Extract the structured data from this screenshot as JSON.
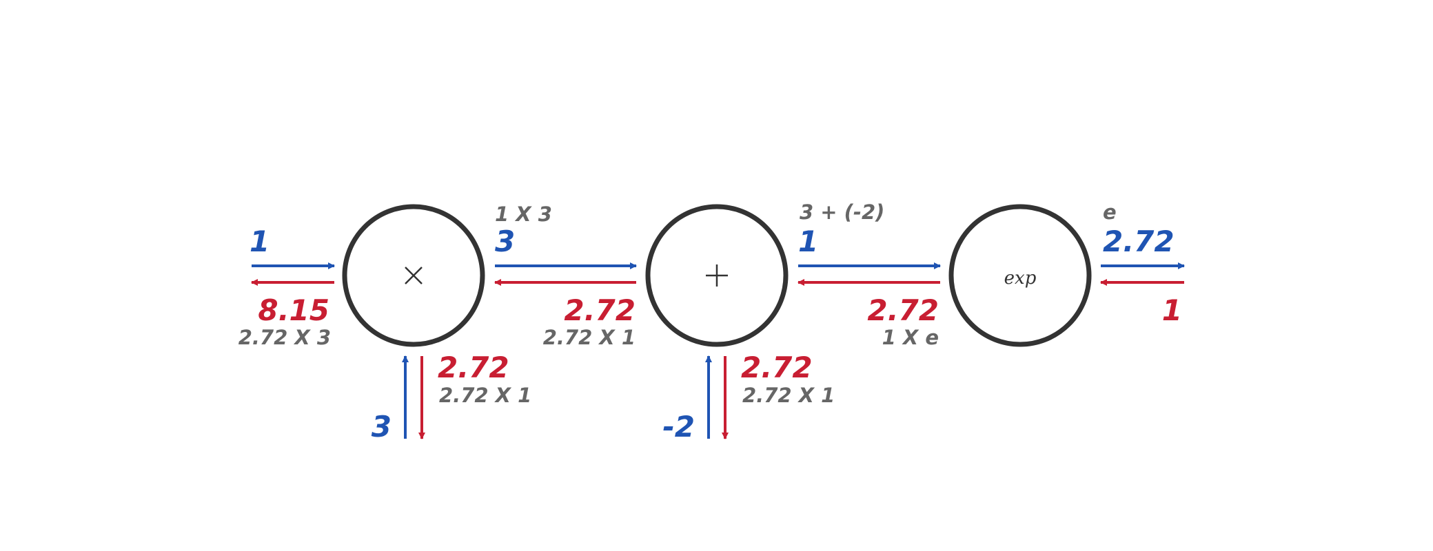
{
  "colors": {
    "forward": "#1f54b3",
    "backward": "#c81e32",
    "annotation": "#666666",
    "node": "#333333"
  },
  "nodes": {
    "mul": {
      "symbol": "×",
      "icon": "multiply-icon"
    },
    "add": {
      "symbol": "+",
      "icon": "plus-icon"
    },
    "exp": {
      "symbol": "exp"
    }
  },
  "edges": {
    "in_left": {
      "forward": "1",
      "backward": "8.15",
      "backward_note": "2.72 X 3"
    },
    "in_mul_bottom": {
      "forward": "3",
      "backward": "2.72",
      "backward_note": "2.72 X 1"
    },
    "mul_to_add": {
      "forward_note": "1 X 3",
      "forward": "3",
      "backward": "2.72",
      "backward_note": "2.72 X 1"
    },
    "in_add_bottom": {
      "forward": "-2",
      "backward": "2.72",
      "backward_note": "2.72 X 1"
    },
    "add_to_exp": {
      "forward_note": "3 + (-2)",
      "forward": "1",
      "backward": "2.72",
      "backward_note": "1 X e"
    },
    "out": {
      "forward_note": "e",
      "forward": "2.72",
      "backward": "1"
    }
  }
}
